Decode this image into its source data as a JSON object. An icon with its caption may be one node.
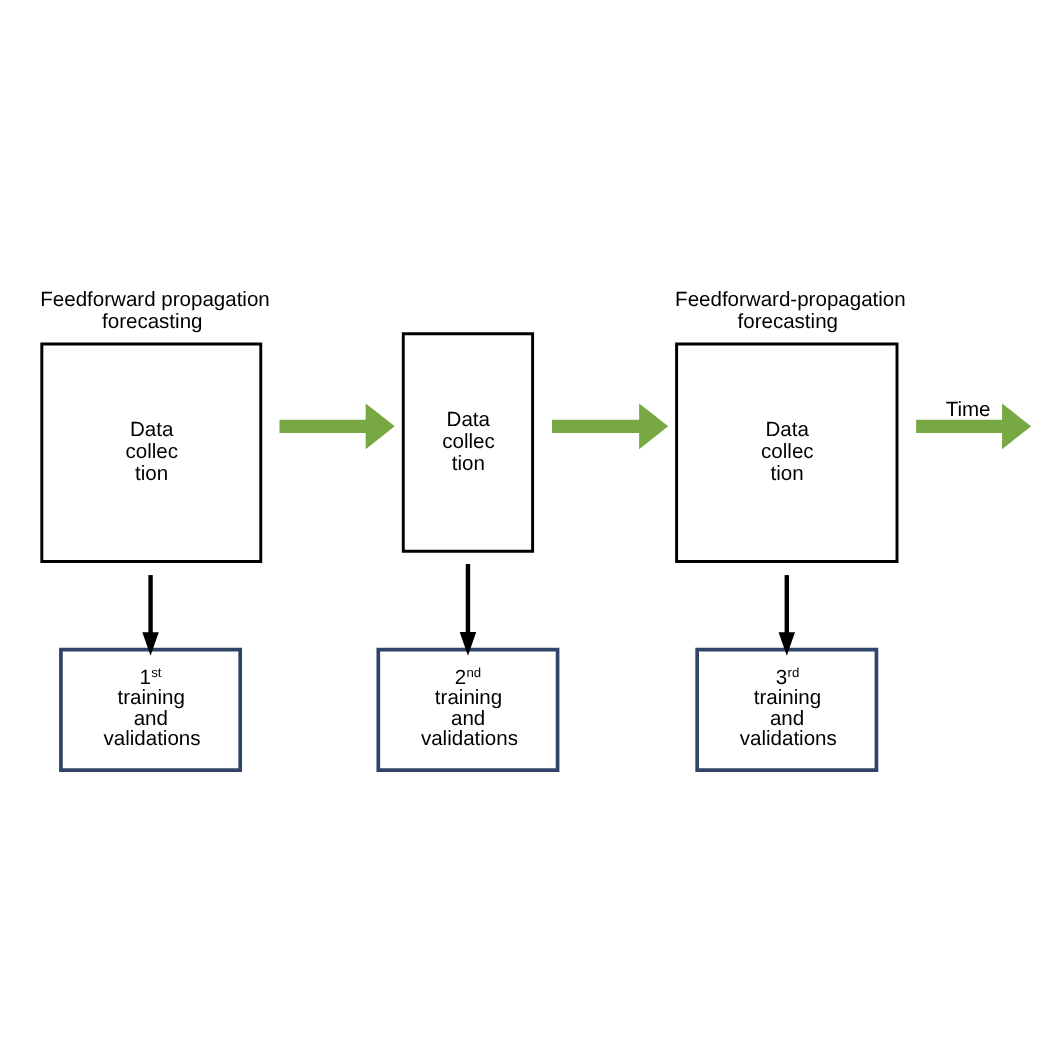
{
  "diagram": {
    "nodes": [
      {
        "text": [
          "Feedforward propagation forecasting",
          "Data collec tion"
        ]
      },
      {
        "text": [
          "Data collec tion"
        ]
      },
      {
        "text": [
          "Feedforward-propagation forecasting",
          "Data collec tion"
        ]
      },
      {
        "text": [
          "1$^{st}$ training and validations"
        ]
      },
      {
        "text": [
          "2$^{nd}$ training and validations"
        ]
      },
      {
        "text": [
          "3$^{rd}$ training and validations"
        ]
      }
    ],
    "edges": [
      {
        "from": 0,
        "to": 1,
        "arrow": "to",
        "style": "thick",
        "color": "#77a844"
      },
      {
        "from": 1,
        "to": 2,
        "arrow": "to",
        "style": "thick",
        "color": "#77a844"
      },
      {
        "from": 2,
        "to": null,
        "arrow": "to",
        "label": "Time",
        "style": "thick",
        "color": "#77a844"
      },
      {
        "from": 0,
        "to": 3,
        "arrow": "to",
        "color": "#000000"
      },
      {
        "from": 1,
        "to": 4,
        "arrow": "to",
        "color": "#000000"
      },
      {
        "from": 2,
        "to": 5,
        "arrow": "to",
        "color": "#000000"
      }
    ]
  }
}
